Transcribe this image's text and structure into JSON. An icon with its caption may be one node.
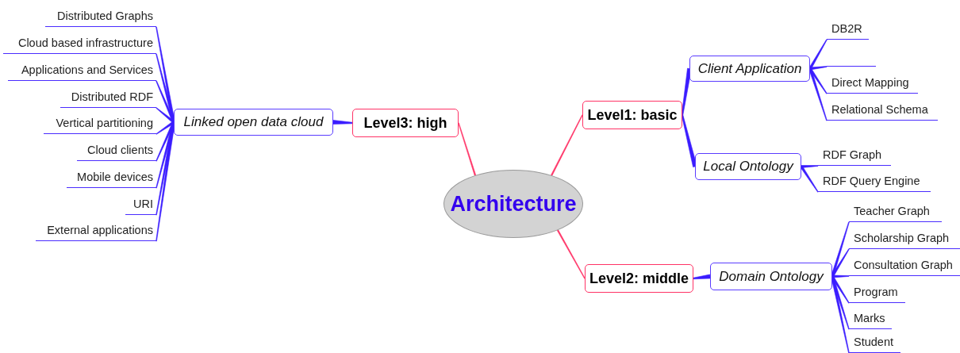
{
  "diagram": {
    "nodes": [
      {
        "text": [
          "Architecture"
        ]
      },
      {
        "text": [
          "Level3: high"
        ]
      },
      {
        "text": [
          "Linked open data cloud"
        ]
      },
      {
        "text": [
          "Distributed Graphs"
        ]
      },
      {
        "text": [
          "Cloud based infrastructure"
        ]
      },
      {
        "text": [
          "Applications and Services"
        ]
      },
      {
        "text": [
          "Distributed RDF"
        ]
      },
      {
        "text": [
          "Vertical partitioning"
        ]
      },
      {
        "text": [
          "Cloud clients"
        ]
      },
      {
        "text": [
          "Mobile devices"
        ]
      },
      {
        "text": [
          "URI"
        ]
      },
      {
        "text": [
          "External applications"
        ]
      },
      {
        "text": [
          "Level1: basic"
        ]
      },
      {
        "text": [
          "Client Application"
        ]
      },
      {
        "text": [
          "DB2R"
        ]
      },
      {
        "text": [],
        "shape": "bar"
      },
      {
        "text": [
          "Direct Mapping"
        ]
      },
      {
        "text": [
          "Relational Schema"
        ]
      },
      {
        "text": [
          "Local Ontology"
        ]
      },
      {
        "text": [
          "RDF Graph"
        ]
      },
      {
        "text": [
          "RDF Query Engine"
        ]
      },
      {
        "text": [
          "Level2: middle"
        ]
      },
      {
        "text": [
          "Domain Ontology"
        ]
      },
      {
        "text": [
          "Teacher Graph"
        ]
      },
      {
        "text": [
          "Scholarship Graph"
        ]
      },
      {
        "text": [
          "Consultation Graph"
        ]
      },
      {
        "text": [
          "Program"
        ]
      },
      {
        "text": [
          "Marks"
        ]
      },
      {
        "text": [
          "Student"
        ]
      }
    ],
    "edges": [
      {
        "from": 0,
        "to": 1,
        "arrow": "none",
        "color": "#ff3366"
      },
      {
        "from": 1,
        "to": 2,
        "arrow": "none"
      },
      {
        "from": 2,
        "to": 3,
        "arrow": "none"
      },
      {
        "from": 2,
        "to": 4,
        "arrow": "none"
      },
      {
        "from": 2,
        "to": 5,
        "arrow": "none"
      },
      {
        "from": 2,
        "to": 6,
        "arrow": "none"
      },
      {
        "from": 2,
        "to": 7,
        "arrow": "none"
      },
      {
        "from": 2,
        "to": 8,
        "arrow": "none"
      },
      {
        "from": 2,
        "to": 9,
        "arrow": "none"
      },
      {
        "from": 2,
        "to": 10,
        "arrow": "none"
      },
      {
        "from": 2,
        "to": 11,
        "arrow": "none"
      },
      {
        "from": 0,
        "to": 12,
        "arrow": "none",
        "color": "#ff3366"
      },
      {
        "from": 12,
        "to": 13,
        "arrow": "none"
      },
      {
        "from": 13,
        "to": 14,
        "arrow": "none"
      },
      {
        "from": 13,
        "to": 15,
        "arrow": "none"
      },
      {
        "from": 13,
        "to": 16,
        "arrow": "none"
      },
      {
        "from": 13,
        "to": 17,
        "arrow": "none"
      },
      {
        "from": 12,
        "to": 18,
        "arrow": "none"
      },
      {
        "from": 18,
        "to": 19,
        "arrow": "none"
      },
      {
        "from": 18,
        "to": 20,
        "arrow": "none"
      },
      {
        "from": 0,
        "to": 21,
        "arrow": "none",
        "color": "#ff3366"
      },
      {
        "from": 21,
        "to": 22,
        "arrow": "none"
      },
      {
        "from": 22,
        "to": 23,
        "arrow": "none"
      },
      {
        "from": 22,
        "to": 24,
        "arrow": "none"
      },
      {
        "from": 22,
        "to": 25,
        "arrow": "none"
      },
      {
        "from": 22,
        "to": 26,
        "arrow": "none"
      },
      {
        "from": 22,
        "to": 27,
        "arrow": "none"
      },
      {
        "from": 22,
        "to": 28,
        "arrow": "none"
      }
    ]
  }
}
